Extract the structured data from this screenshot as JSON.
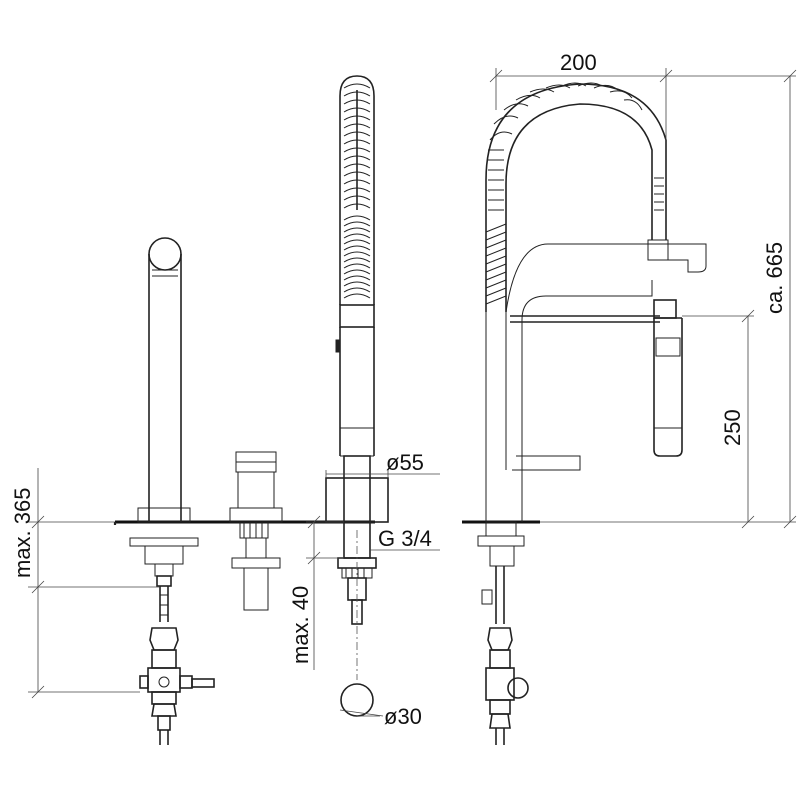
{
  "dimensions": {
    "width_top": "200",
    "height_total": "ca. 665",
    "height_spout": "250",
    "max_below_deck": "max. 365",
    "max_deck_thickness": "max. 40",
    "diameter_escutcheon": "ø55",
    "thread": "G 3/4",
    "diameter_hole": "ø30"
  }
}
